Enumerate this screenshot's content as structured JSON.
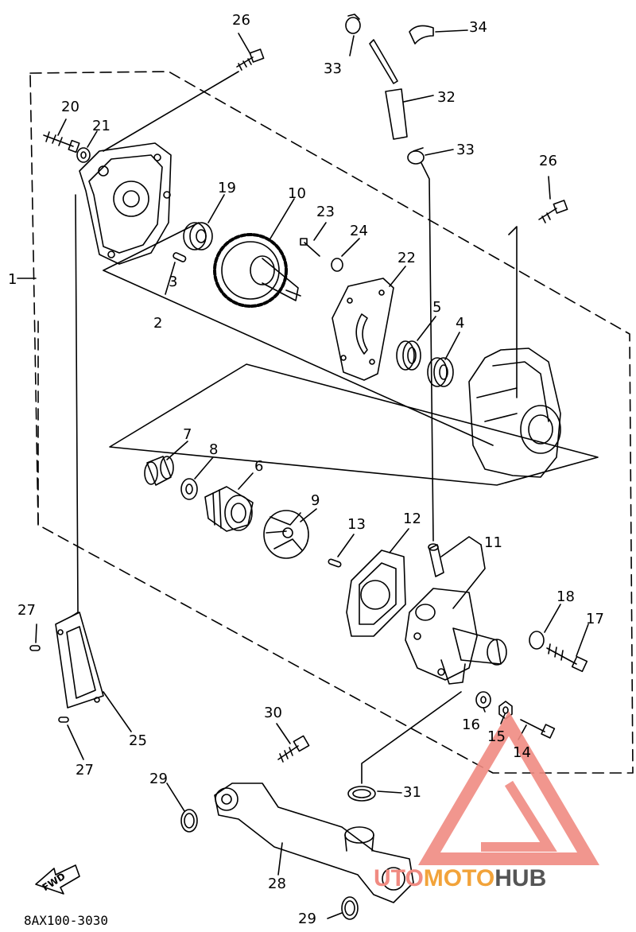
{
  "diagram_code": "8AX100-3030",
  "fwd_label": "FWD",
  "watermark": {
    "text_1": "UTO",
    "text_2": "MOTO",
    "text_3": "HUB",
    "color_red": "#f08b82",
    "color_orange": "#f2a33a",
    "color_grey": "#555555"
  },
  "callouts": {
    "c1": "1",
    "c2": "2",
    "c3": "3",
    "c4": "4",
    "c5": "5",
    "c6": "6",
    "c7": "7",
    "c8": "8",
    "c9": "9",
    "c10": "10",
    "c11": "11",
    "c12": "12",
    "c13": "13",
    "c14": "14",
    "c15": "15",
    "c16": "16",
    "c17": "17",
    "c18": "18",
    "c19": "19",
    "c20": "20",
    "c21": "21",
    "c22": "22",
    "c23": "23",
    "c24": "24",
    "c25": "25",
    "c26a": "26",
    "c26b": "26",
    "c27a": "27",
    "c27b": "27",
    "c28": "28",
    "c29a": "29",
    "c29b": "29",
    "c30": "30",
    "c31": "31",
    "c32": "32",
    "c33a": "33",
    "c33b": "33",
    "c34": "34"
  }
}
